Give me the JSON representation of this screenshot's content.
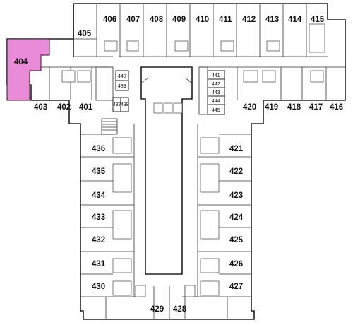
{
  "floor_plan": {
    "highlight_color": "#e98bd6",
    "highlighted_room": "404",
    "rooms": {
      "r404": "404",
      "r405": "405",
      "r406": "406",
      "r407": "407",
      "r408": "408",
      "r409": "409",
      "r410": "410",
      "r411": "411",
      "r412": "412",
      "r413": "413",
      "r414": "414",
      "r415": "415",
      "r403": "403",
      "r402": "402",
      "r401": "401",
      "r440": "440",
      "r439": "439",
      "r437": "437",
      "r438": "438",
      "r441": "441",
      "r442": "442",
      "r443": "443",
      "r444": "444",
      "r445": "445",
      "r420": "420",
      "r419": "419",
      "r418": "418",
      "r417": "417",
      "r416": "416",
      "r436": "436",
      "r435": "435",
      "r434": "434",
      "r433": "433",
      "r432": "432",
      "r431": "431",
      "r430": "430",
      "r429": "429",
      "r428": "428",
      "r421": "421",
      "r422": "422",
      "r423": "423",
      "r424": "424",
      "r425": "425",
      "r426": "426",
      "r427": "427"
    }
  }
}
